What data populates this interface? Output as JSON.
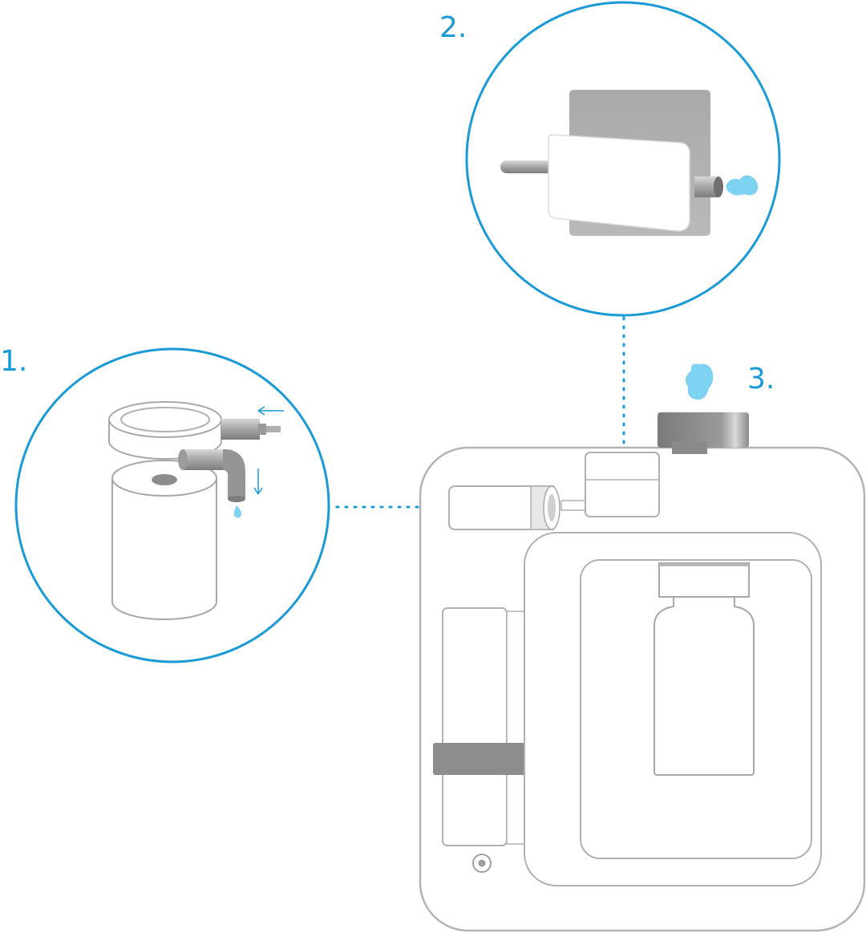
{
  "steps": [
    {
      "label": "1."
    },
    {
      "label": "2."
    },
    {
      "label": "3."
    }
  ],
  "colors": {
    "accent": "#1a9ad6",
    "water": "#7fd3f2",
    "outline": "#9a9a9a",
    "part_gray": "#8f8f8f",
    "light_gray": "#c4c4c4"
  }
}
